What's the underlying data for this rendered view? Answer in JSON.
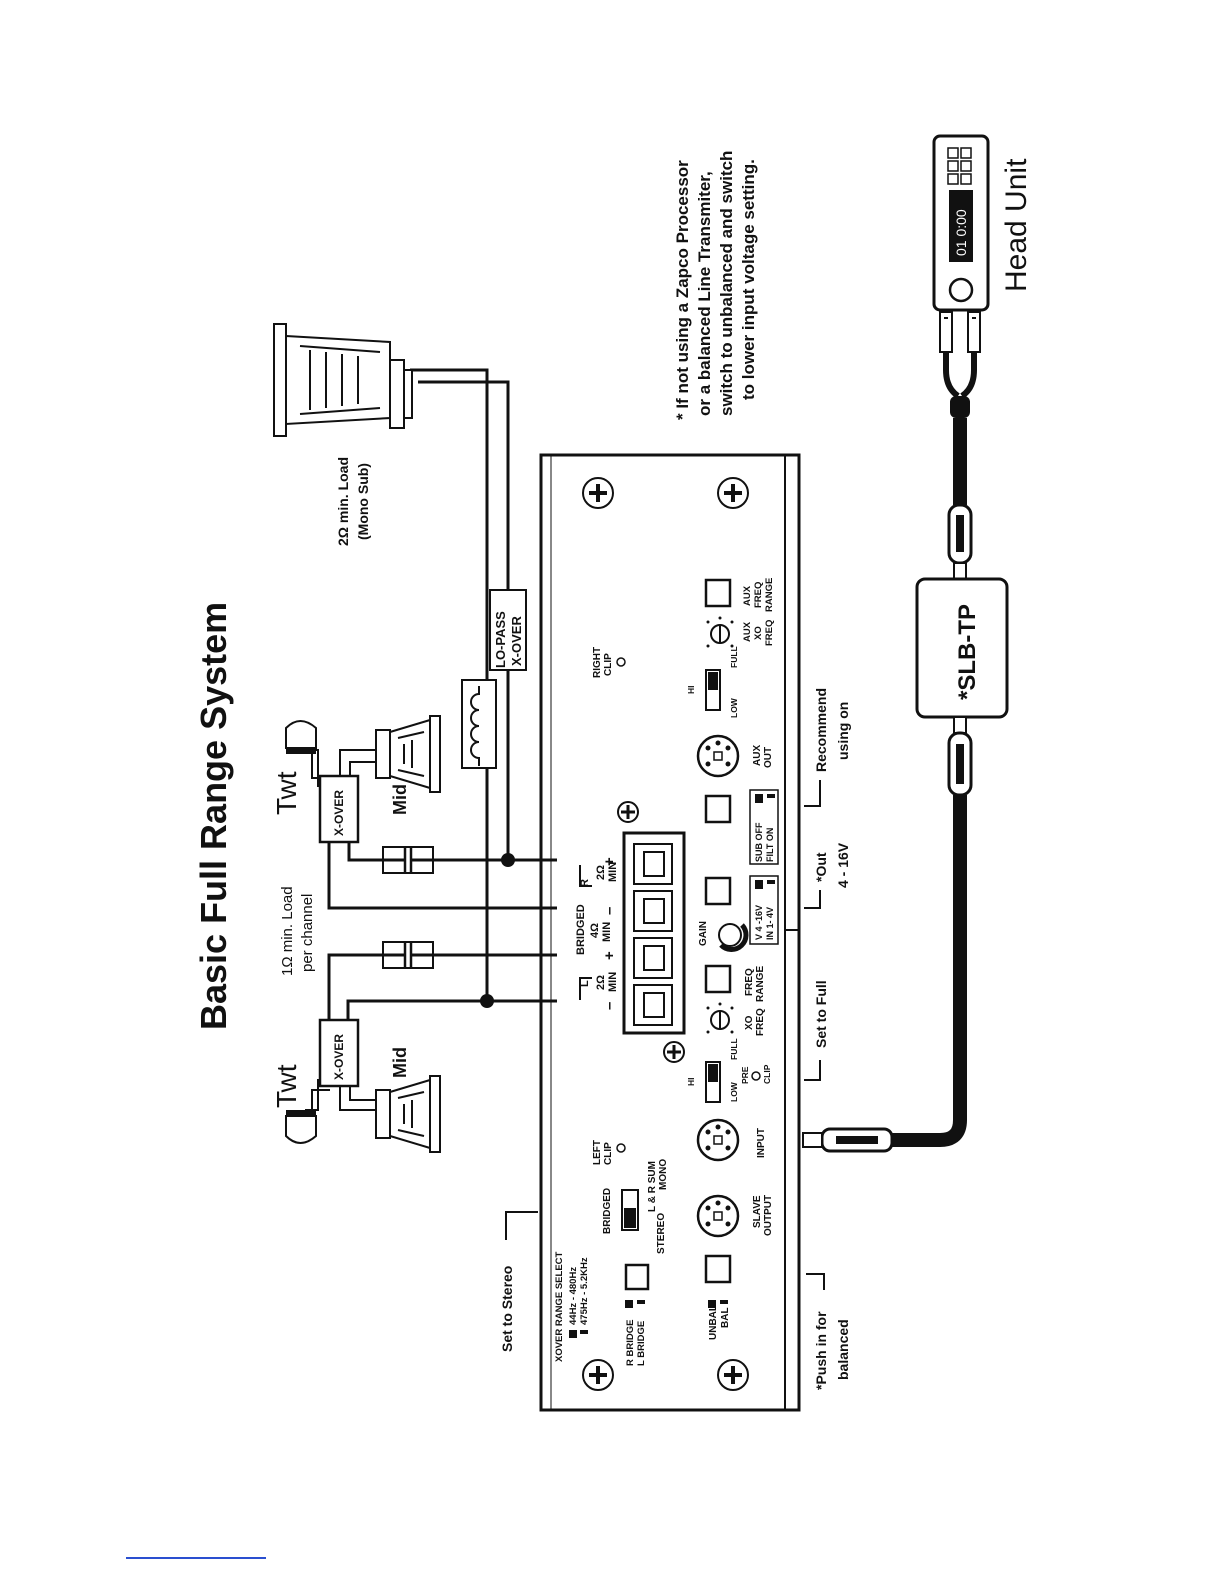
{
  "title": "Basic Full Range System",
  "note": {
    "lines": [
      "* If not using a Zapco Processor",
      "or a balanced Line Transmiter,",
      "switch to unbalanced and switch",
      "to lower input voltage setting."
    ]
  },
  "head_unit": {
    "label": "Head Unit",
    "display": "01 0:00"
  },
  "slb": {
    "label": "*SLB-TP"
  },
  "speakers": {
    "twt_label": "Twt",
    "mid_label": "Mid",
    "xover_label": "X-OVER",
    "load_channel": [
      "1Ω min. Load",
      "per channel"
    ],
    "load_sub": [
      "2Ω min. Load",
      "(Mono Sub)"
    ],
    "lopass": [
      "LO-PASS",
      "X-OVER"
    ]
  },
  "amp": {
    "xover_range_select": "XOVER RANGE SELECT",
    "range_low": "44Hz - 480Hz",
    "range_high": "475Hz - 5.2KHz",
    "r_bridge": "R BRIDGE",
    "l_bridge": "L BRIDGE",
    "unbal": "UNBAL",
    "bal": "BAL",
    "bridged": "BRIDGED",
    "stereo": "STEREO",
    "lr_sum": "L & R SUM",
    "mono": "MONO",
    "slave_output": [
      "SLAVE",
      "OUTPUT"
    ],
    "left_clip": [
      "LEFT",
      "CLIP"
    ],
    "right_clip": [
      "RIGHT",
      "CLIP"
    ],
    "input": "INPUT",
    "hi": "HI",
    "low": "LOW",
    "full": "FULL",
    "pre_clip": [
      "PRE",
      "CLIP"
    ],
    "xo_freq": [
      "XO",
      "FREQ"
    ],
    "freq_range": [
      "FREQ",
      "RANGE"
    ],
    "gain": "GAIN",
    "input_v": [
      "V  4 -16V",
      "IN  1- 4V"
    ],
    "sub_filt": [
      "SUB  OFF",
      "FILT   ON"
    ],
    "aux_out": [
      "AUX",
      "OUT"
    ],
    "aux_xo_freq": [
      "AUX",
      "XO",
      "FREQ"
    ],
    "aux_freq_range": [
      "AUX",
      "FREQ",
      "RANGE"
    ],
    "terminals": {
      "l": "L",
      "r": "R",
      "bridged": "BRIDGED",
      "four_ohm": [
        "4Ω",
        "MIN"
      ],
      "two_ohm_l": [
        "2Ω",
        "MIN"
      ],
      "two_ohm_r": [
        "2Ω",
        "MIN"
      ],
      "minus": "–",
      "plus": "+"
    }
  },
  "annotations": {
    "set_stereo": "Set to Stereo",
    "set_full": "Set to Full",
    "out": [
      "*Out",
      "4 - 16V"
    ],
    "recommend": [
      "Recommend",
      "using on"
    ],
    "push_in": [
      "*Push in for",
      "balanced"
    ]
  }
}
